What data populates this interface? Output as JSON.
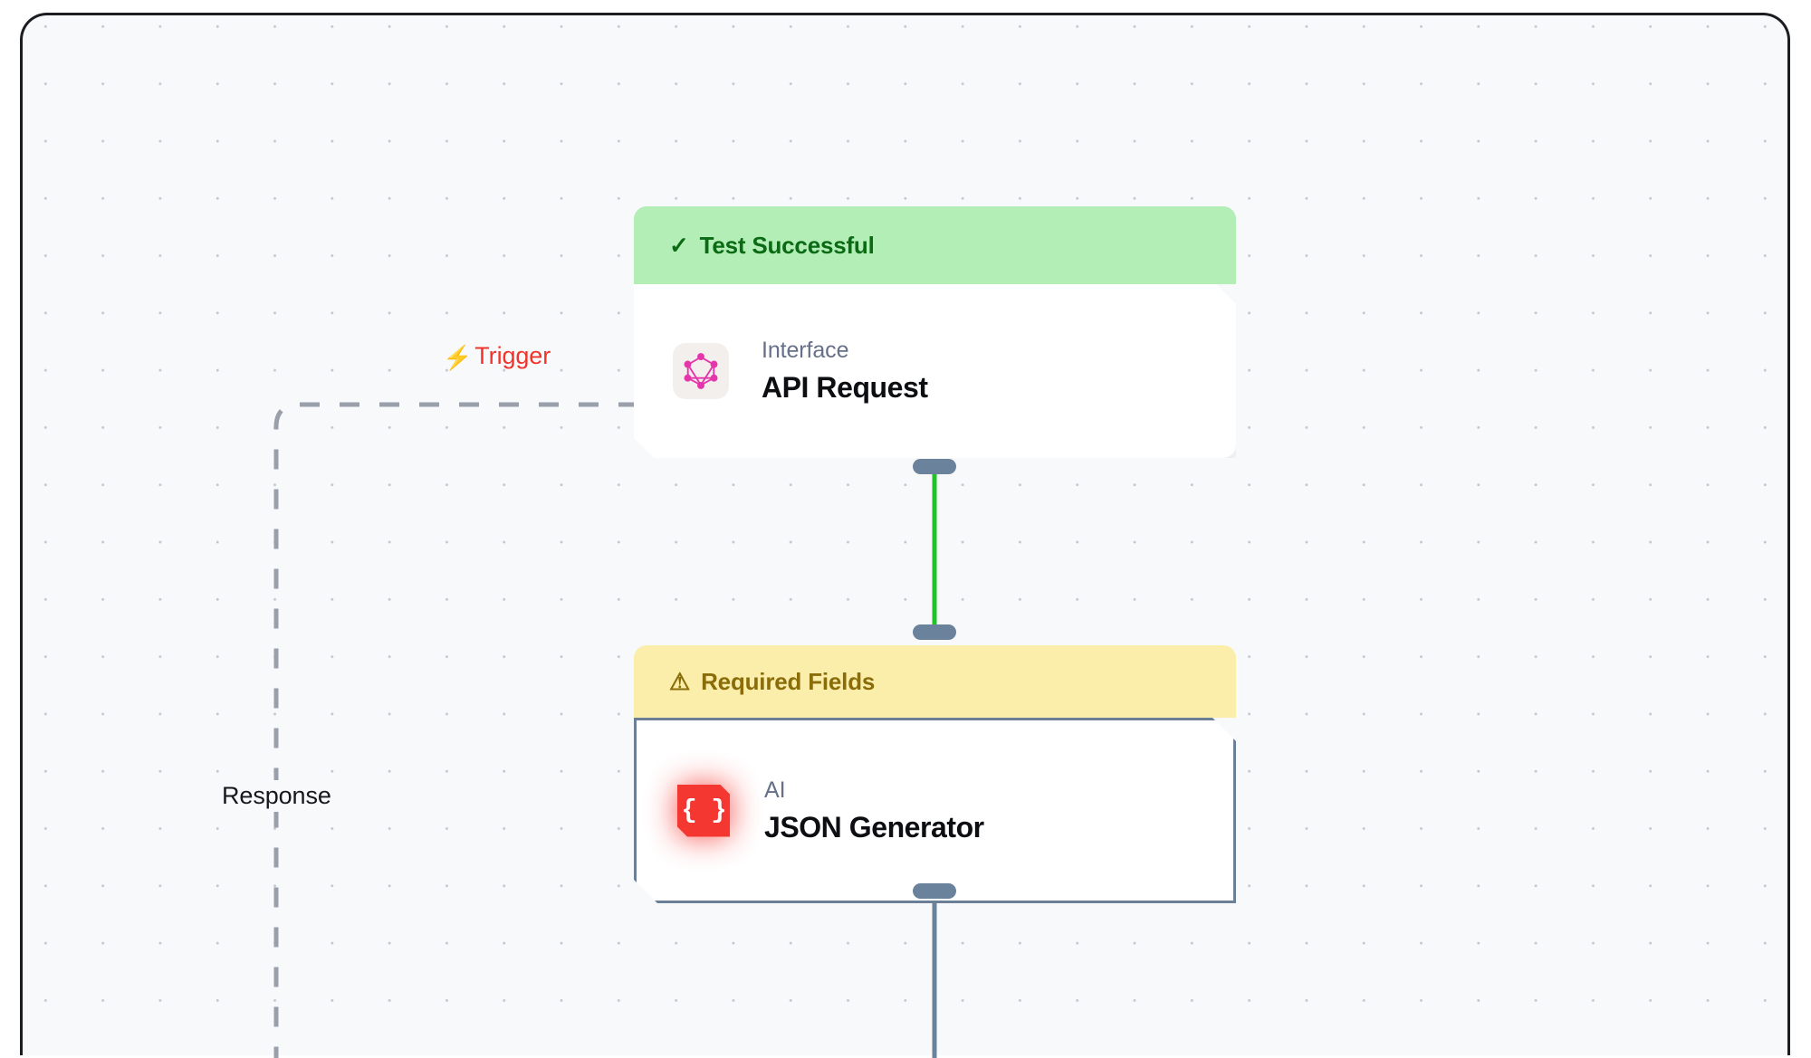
{
  "canvas": {
    "background_color": "#f7f9fb",
    "grid": "dot-grid",
    "border_color": "#1b1d21"
  },
  "edges": [
    {
      "id": "trigger-edge",
      "label": "Trigger",
      "icon": "lightning-bolt-icon",
      "color": "#f0342b",
      "style": "dashed",
      "line_color": "#9aa0ab"
    },
    {
      "id": "response-edge",
      "label": "Response",
      "color": "#16181c",
      "style": "dashed",
      "line_color": "#9aa0ab"
    },
    {
      "id": "api-to-json-edge",
      "label": "",
      "color": "#22c329",
      "style": "solid"
    },
    {
      "id": "json-out-edge",
      "label": "",
      "color": "#6b829c",
      "style": "solid"
    }
  ],
  "nodes": [
    {
      "id": "api-request",
      "banner": {
        "label": "Test Successful",
        "icon": "check-icon",
        "background_color": "#b3eeb6",
        "text_color": "#0a6b14"
      },
      "kind": "Interface",
      "title": "API Request",
      "icon": "graphql-icon",
      "icon_color": "#e535ab"
    },
    {
      "id": "json-generator",
      "banner": {
        "label": "Required Fields",
        "icon": "warning-triangle-icon",
        "background_color": "#fbeeab",
        "text_color": "#8a6d08"
      },
      "kind": "AI",
      "title": "JSON Generator",
      "icon": "curly-braces-icon",
      "icon_color": "#f43730",
      "border_color": "#6b7f96"
    }
  ],
  "icons": {
    "check": "✓",
    "warning": "⚠",
    "bolt": "⚡",
    "braces": "{ }"
  }
}
